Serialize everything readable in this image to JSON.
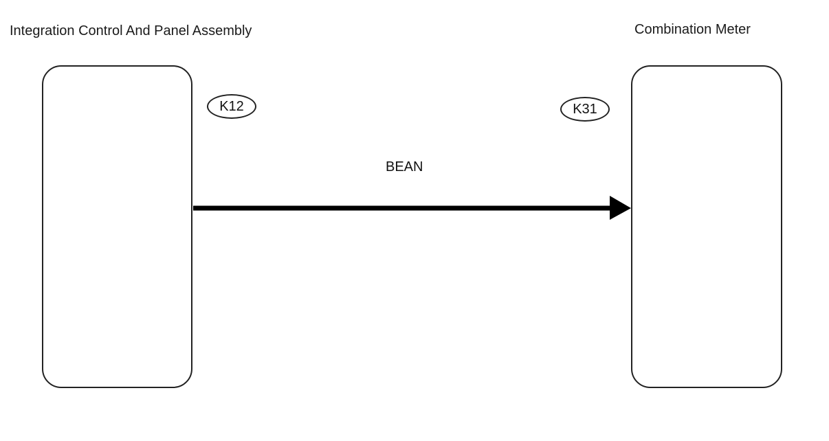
{
  "diagram": {
    "left_module": {
      "title": "Integration Control And Panel Assembly",
      "connector": "K12"
    },
    "right_module": {
      "title": "Combination Meter",
      "connector": "K31"
    },
    "link": {
      "label": "BEAN",
      "direction": "left-to-right",
      "color": "#000000"
    }
  }
}
